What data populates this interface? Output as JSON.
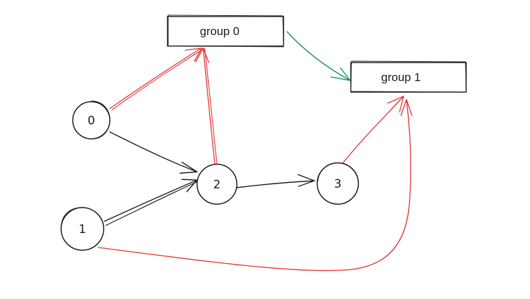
{
  "groups": [
    {
      "id": "group0",
      "label": "group 0"
    },
    {
      "id": "group1",
      "label": "group 1"
    }
  ],
  "nodes": [
    {
      "id": "n0",
      "label": "0"
    },
    {
      "id": "n1",
      "label": "1"
    },
    {
      "id": "n2",
      "label": "2"
    },
    {
      "id": "n3",
      "label": "3"
    }
  ],
  "edges": [
    {
      "from": "0",
      "to": "2",
      "color": "#1a1a1a"
    },
    {
      "from": "1",
      "to": "2",
      "color": "#1a1a1a"
    },
    {
      "from": "2",
      "to": "3",
      "color": "#1a1a1a"
    },
    {
      "from": "0",
      "to": "group 0",
      "color": "#e03131"
    },
    {
      "from": "2",
      "to": "group 0",
      "color": "#e03131"
    },
    {
      "from": "3",
      "to": "group 1",
      "color": "#e03131"
    },
    {
      "from": "1",
      "to": "group 1",
      "color": "#e03131"
    },
    {
      "from": "group 0",
      "to": "group 1",
      "color": "#0c8c5a"
    }
  ],
  "colors": {
    "ink": "#1a1a1a",
    "red": "#e03131",
    "green": "#0c8c5a",
    "background": "#ffffff"
  }
}
